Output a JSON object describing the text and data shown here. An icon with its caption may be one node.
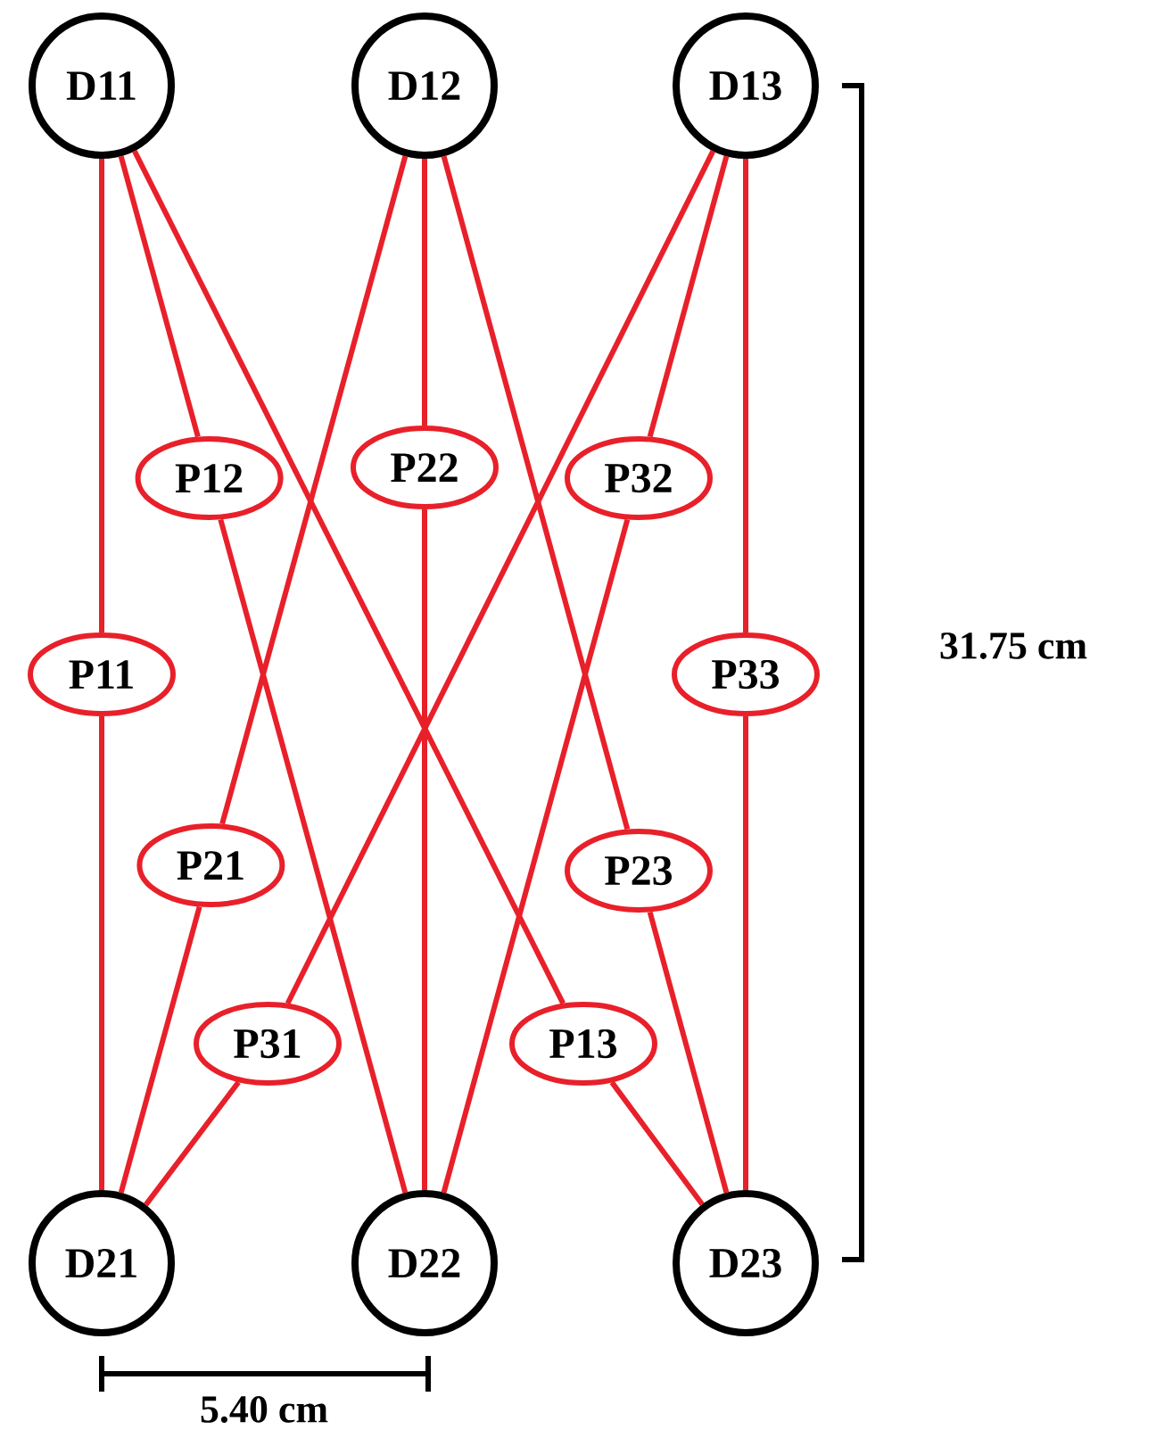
{
  "diagram": {
    "nodes": [
      {
        "text": [
          "D11"
        ]
      },
      {
        "text": [
          "D12"
        ]
      },
      {
        "text": [
          "D13"
        ]
      },
      {
        "text": [
          "P12"
        ]
      },
      {
        "text": [
          "P22"
        ]
      },
      {
        "text": [
          "P32"
        ]
      },
      {
        "text": [
          "P11"
        ]
      },
      {
        "text": [
          "P33"
        ]
      },
      {
        "text": [
          "P21"
        ]
      },
      {
        "text": [
          "P23"
        ]
      },
      {
        "text": [
          "P31"
        ]
      },
      {
        "text": [
          "P13"
        ]
      },
      {
        "text": [
          "D21"
        ]
      },
      {
        "text": [
          "D22"
        ]
      },
      {
        "text": [
          "D23"
        ]
      }
    ],
    "edges": [
      {
        "from": 0,
        "to": 6,
        "arrow": "none"
      },
      {
        "from": 6,
        "to": 12,
        "arrow": "none"
      },
      {
        "from": 0,
        "to": 3,
        "arrow": "none"
      },
      {
        "from": 3,
        "to": 13,
        "arrow": "none"
      },
      {
        "from": 0,
        "to": 11,
        "arrow": "none"
      },
      {
        "from": 11,
        "to": 14,
        "arrow": "none"
      },
      {
        "from": 1,
        "to": 8,
        "arrow": "none"
      },
      {
        "from": 8,
        "to": 12,
        "arrow": "none"
      },
      {
        "from": 1,
        "to": 4,
        "arrow": "none"
      },
      {
        "from": 4,
        "to": 13,
        "arrow": "none"
      },
      {
        "from": 1,
        "to": 9,
        "arrow": "none"
      },
      {
        "from": 9,
        "to": 14,
        "arrow": "none"
      },
      {
        "from": 2,
        "to": 10,
        "arrow": "none"
      },
      {
        "from": 10,
        "to": 12,
        "arrow": "none"
      },
      {
        "from": 2,
        "to": 5,
        "arrow": "none"
      },
      {
        "from": 5,
        "to": 13,
        "arrow": "none"
      },
      {
        "from": 2,
        "to": 7,
        "arrow": "none"
      },
      {
        "from": 7,
        "to": 14,
        "arrow": "none"
      }
    ],
    "labels": [
      "31.75 cm",
      "5.40 cm"
    ]
  }
}
